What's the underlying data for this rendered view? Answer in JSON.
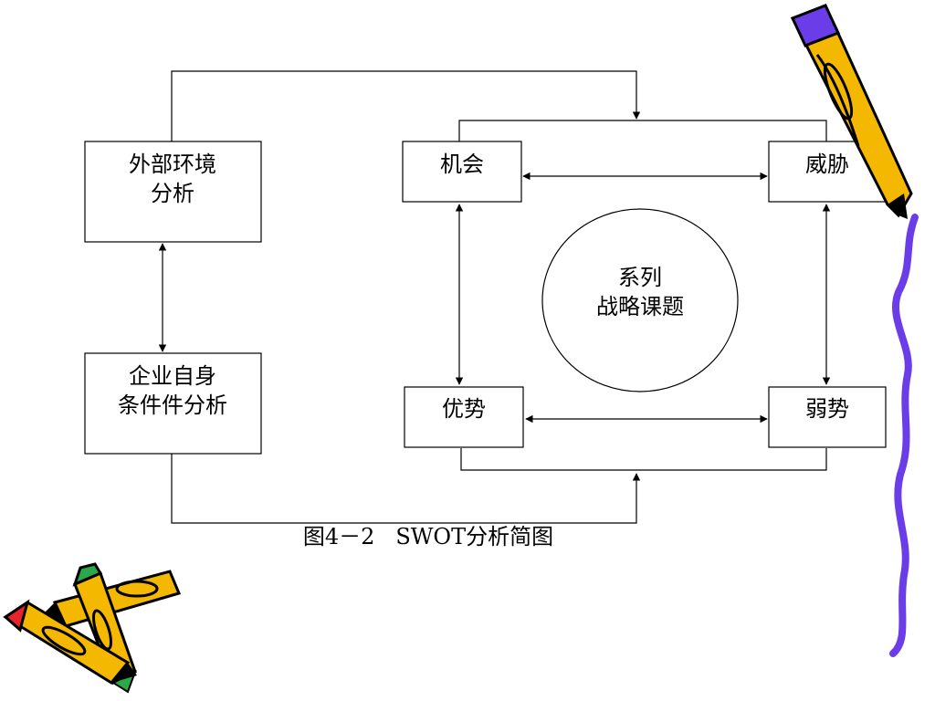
{
  "nodes": {
    "external": {
      "line1": "外部环境",
      "line2": "分析"
    },
    "internal": {
      "line1": "企业自身",
      "line2": "条件件分析"
    },
    "opportunity": "机会",
    "threat": "威胁",
    "strength": "优势",
    "weakness": "弱势",
    "center": {
      "line1": "系列",
      "line2": "战略课题"
    }
  },
  "caption": "图4－2   SWOT分析简图",
  "colors": {
    "line": "#000000",
    "pencil_body": "#f5b800",
    "pencil_outline": "#000000",
    "wavy_line": "#6a3de8",
    "pencil_tip_red": "#e8242b",
    "pencil_tip_green": "#2ba84a",
    "pencil_band_purple": "#6a3de8"
  },
  "icons": [
    "pencil-icon",
    "crossed-pencils-icon",
    "wavy-line-decoration"
  ]
}
